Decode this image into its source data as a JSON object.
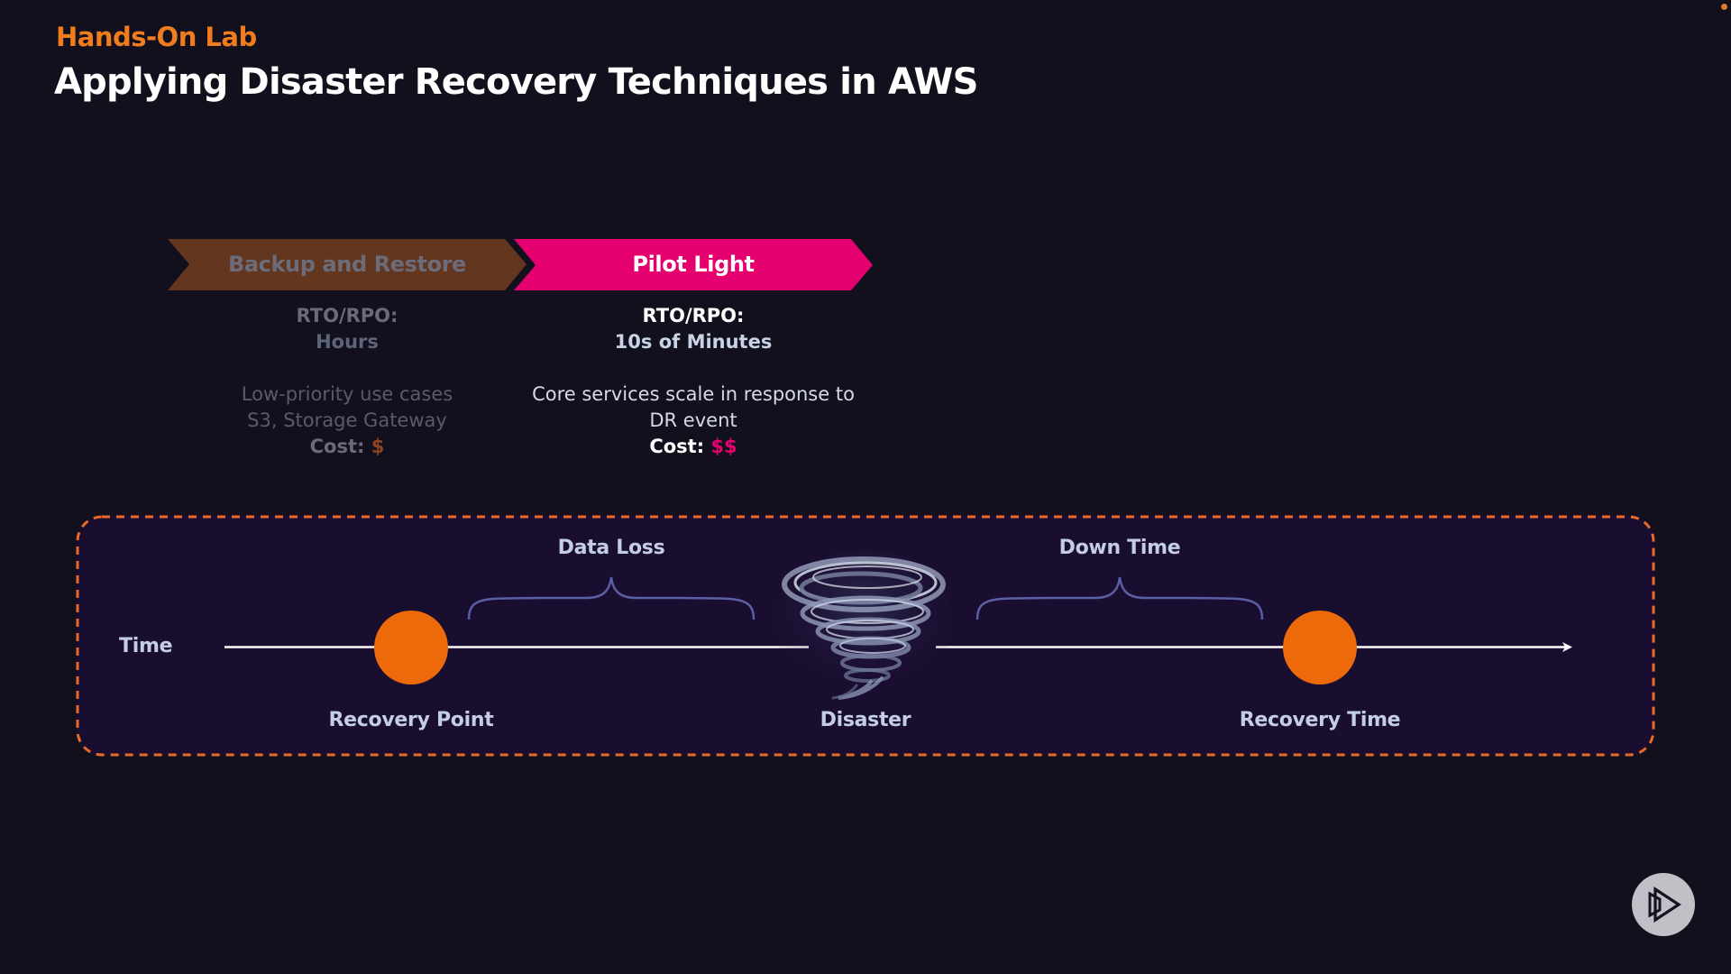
{
  "header": {
    "eyebrow": "Hands-On Lab",
    "title": "Applying Disaster Recovery Techniques in AWS"
  },
  "strategies": [
    {
      "name": "Backup and Restore",
      "state": "dimmed",
      "color": "#63361f",
      "rto_label": "RTO/RPO:",
      "rto_value": "Hours",
      "description_lines": [
        "Low-priority use cases",
        "S3, Storage Gateway"
      ],
      "cost_label": "Cost:",
      "cost_value": "$"
    },
    {
      "name": "Pilot Light",
      "state": "active",
      "color": "#e5006f",
      "rto_label": "RTO/RPO:",
      "rto_value": "10s of Minutes",
      "description_lines": [
        "Core services scale in response to",
        "DR event"
      ],
      "cost_label": "Cost:",
      "cost_value": "$$"
    }
  ],
  "timeline": {
    "axis_label": "Time",
    "markers": [
      {
        "label": "Recovery Point",
        "icon": "circle-marker"
      },
      {
        "label": "Disaster",
        "icon": "tornado-icon"
      },
      {
        "label": "Recovery Time",
        "icon": "circle-marker"
      }
    ],
    "spans": [
      {
        "label": "Data Loss",
        "between": [
          "Recovery Point",
          "Disaster"
        ]
      },
      {
        "label": "Down Time",
        "between": [
          "Disaster",
          "Recovery Time"
        ]
      }
    ],
    "marker_color": "#ec6a0a",
    "border_color": "#e8692a"
  },
  "player": {
    "icon": "play-logo-icon"
  }
}
